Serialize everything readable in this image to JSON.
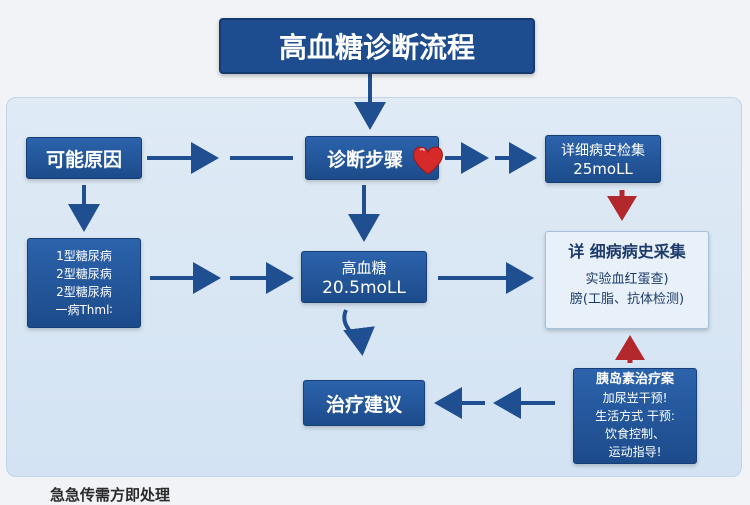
{
  "title": "高血糖诊断流程",
  "nodes": {
    "causes": {
      "label": "可能原因"
    },
    "diagnosis_steps": {
      "label": "诊断步骤"
    },
    "history_check": {
      "label": "详细病史检集",
      "value": "25moLL"
    },
    "types": {
      "lines": [
        "1型糖尿病",
        "2型糖尿病",
        "2型糖尿病",
        "一病Thml∶"
      ]
    },
    "hyperglycemia": {
      "label": "高血糖",
      "value": "20.5moLL"
    },
    "history_collect": {
      "label": "详 细病病史采集",
      "lines": [
        "实验血红蛋查)",
        "膀(工脂、抗体检测)"
      ]
    },
    "treatment_advice": {
      "label": "治疗建议"
    },
    "insulin_plan": {
      "label": "胰岛素治疗案",
      "lines": [
        "加尿岦干预!",
        "生活方式 干预:",
        "饮食控制、",
        "运动指导!"
      ]
    }
  },
  "footer": "急急传需方即处理",
  "colors": {
    "node_dark": "#1e4d8f",
    "arrow": "#1f4f91",
    "arrow_red": "#b3282d",
    "panel": "#dbe7f4"
  }
}
